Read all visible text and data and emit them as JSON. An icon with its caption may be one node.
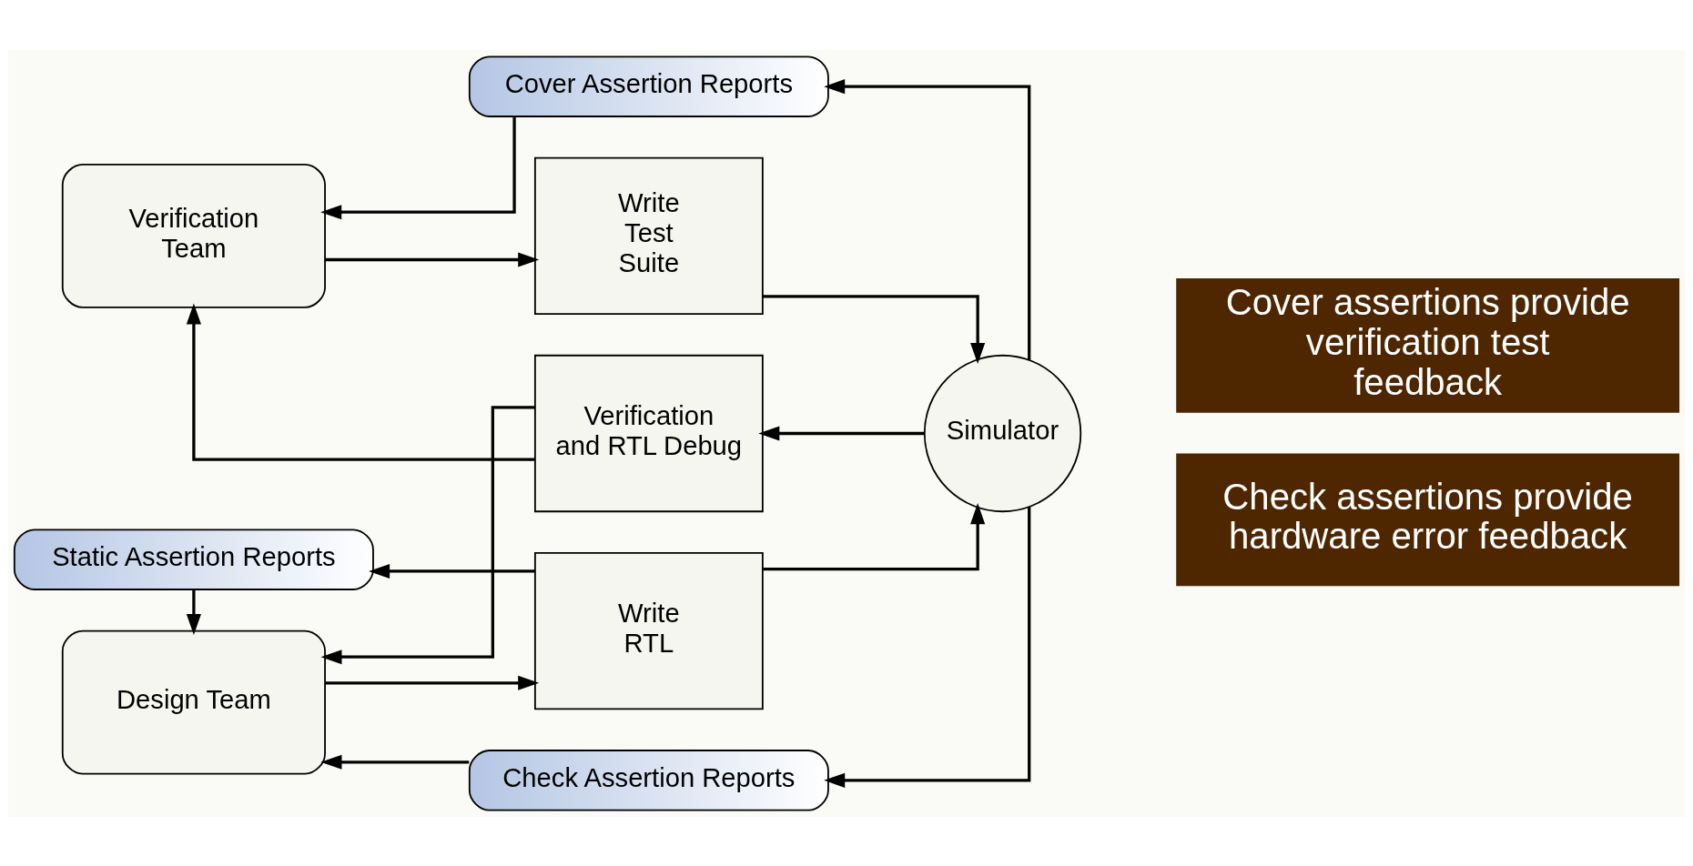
{
  "diagram": {
    "nodes": [
      {
        "text": [
          "Verification Team"
        ]
      },
      {
        "text": [
          "Write Test Suite"
        ]
      },
      {
        "text": [
          "Cover Assertion Reports"
        ]
      },
      {
        "text": [
          "Verification and RTL Debug"
        ]
      },
      {
        "text": [
          "Simulator"
        ]
      },
      {
        "text": [
          "Design Team"
        ]
      },
      {
        "text": [
          "Check Assertion Reports"
        ]
      },
      {
        "text": [
          "Write RTL"
        ]
      },
      {
        "text": [
          "Static Assertion Reports"
        ]
      },
      {
        "text": [
          "Cover assertions provide verification test feedback"
        ]
      },
      {
        "text": [
          "Check assertions provide hardware error feedback"
        ]
      }
    ],
    "edges": [
      {
        "from": 0,
        "to": 1,
        "arrow": "to"
      },
      {
        "from": 2,
        "to": 0,
        "arrow": "to"
      },
      {
        "from": 3,
        "to": 0,
        "arrow": "to"
      },
      {
        "from": 3,
        "to": 5,
        "arrow": "to"
      },
      {
        "from": 1,
        "to": 4,
        "arrow": "to"
      },
      {
        "from": 4,
        "to": 2,
        "arrow": "to"
      },
      {
        "from": 4,
        "to": 3,
        "arrow": "to"
      },
      {
        "from": 4,
        "to": 6,
        "arrow": "to"
      },
      {
        "from": 6,
        "to": 5,
        "arrow": "to"
      },
      {
        "from": 5,
        "to": 7,
        "arrow": "to"
      },
      {
        "from": 8,
        "to": 5,
        "arrow": "to"
      },
      {
        "from": 7,
        "to": 8,
        "arrow": "to"
      },
      {
        "from": 7,
        "to": 4,
        "arrow": "to"
      }
    ]
  }
}
